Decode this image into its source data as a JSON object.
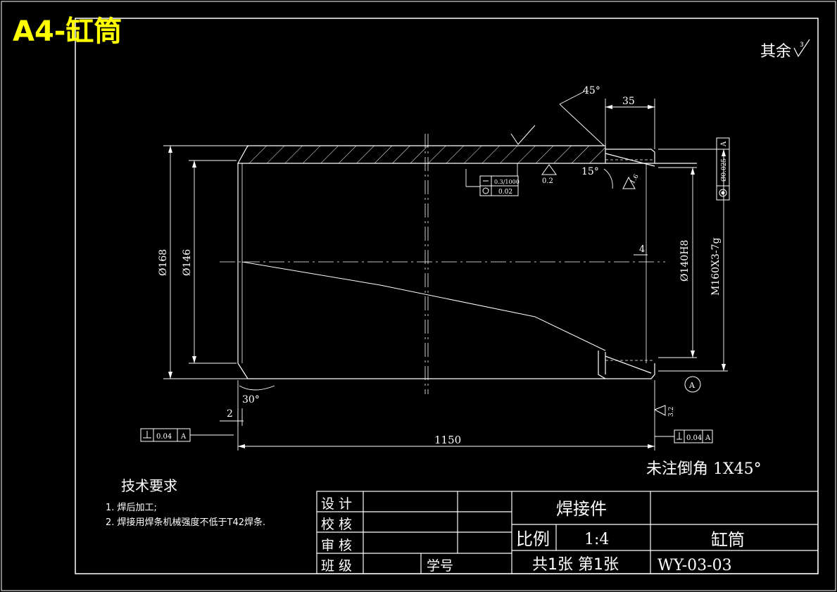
{
  "sheet_label": "A4-缸筒",
  "roughness_note": "其余",
  "roughness_value": "3",
  "dimensions": {
    "angle_45": "45°",
    "len_35": "35",
    "angle_15": "15°",
    "angle_30": "30°",
    "dim_2": "2",
    "dim_4": "4",
    "total_length": "1150",
    "outer_dia": "Ø168",
    "inner_dia": "Ø146",
    "bore": "Ø140H8",
    "thread": "M160X3-7g"
  },
  "roughness_marks": {
    "r1": "0.2",
    "r2": "1.6",
    "r3": "3.2"
  },
  "tolerances": {
    "straightness": "0.3/1000",
    "cylindricity": "0.02",
    "coaxial": "Ø0.025",
    "datum": "A",
    "perp_value": "0.04",
    "perp_datum": "A"
  },
  "chamfer_note": "未注倒角 1X45°",
  "tech_req": {
    "title": "技术要求",
    "items": [
      "1. 焊后加工;",
      "2. 焊接用焊条机械强度不低于T42焊条."
    ]
  },
  "title_block": {
    "design": "设 计",
    "check": "校 核",
    "review": "审 核",
    "class": "班 级",
    "student_no": "学号",
    "name": "焊接件",
    "scale_label": "比例",
    "scale": "1:4",
    "part": "缸筒",
    "sheets": "共1张 第1张",
    "drawing_no": "WY-03-03"
  },
  "colors": {
    "line": "#ffffff",
    "label": "#ffff00",
    "background": "#000000"
  }
}
